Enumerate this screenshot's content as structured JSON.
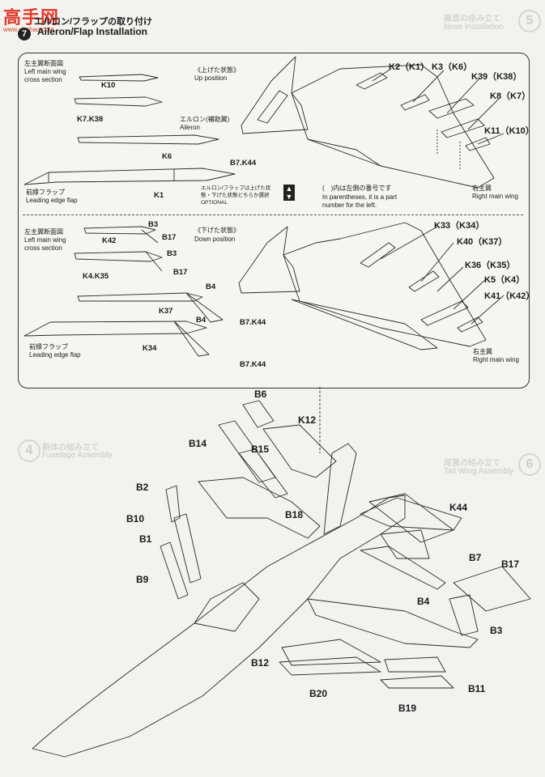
{
  "watermark": {
    "site_name": "高手网",
    "site_url": "www.chnhao.com"
  },
  "header": {
    "step_number": "7",
    "title_jp": "エルロン/フラップの取り付け",
    "title_en": "Aileron/Flap Installation"
  },
  "faded_background": {
    "step5_jp": "機首の組み立て",
    "step5_en": "Nose Installation",
    "step4_jp": "胴体の組み立て",
    "step4_en": "Fuselage Assembly",
    "step6_jp": "尾翼の組み立て",
    "step6_en": "Tail Wing Assembly"
  },
  "up_position": {
    "section_jp": "左主翼断面図",
    "section_en_line1": "Left main wing",
    "section_en_line2": "cross section",
    "state_jp": "《上げた状態》",
    "state_en": "Up position",
    "aileron_jp": "エルロン(補助翼)",
    "aileron_en": "Aileron",
    "flap_jp": "前縁フラップ",
    "flap_en": "Leading edge flap",
    "optional_jp_line1": "エルロン/フラップは上げた状",
    "optional_jp_line2": "態・下げた状態どちらか選択",
    "optional_en": "OPTIONAL",
    "paren_jp": "(　)内は左側の番号です",
    "paren_en_line1": "In parentheses, it is a part",
    "paren_en_line2": "number for the left.",
    "right_wing_jp": "右主翼",
    "right_wing_en": "Right main wing",
    "section_parts": [
      "K10",
      "K7.K38",
      "K6",
      "B7.K44",
      "K1"
    ],
    "callouts": [
      "K2（K1）",
      "K3（K6）",
      "K39（K38）",
      "K8（K7）",
      "K11（K10）"
    ]
  },
  "down_position": {
    "section_jp": "左主翼断面図",
    "section_en_line1": "Left main wing",
    "section_en_line2": "cross section",
    "state_jp": "《下げた状態》",
    "state_en": "Down position",
    "flap_jp": "前縁フラップ",
    "flap_en": "Leading edge flap",
    "right_wing_jp": "右主翼",
    "right_wing_en": "Right main wing",
    "section_parts": [
      "B3",
      "K42",
      "B17",
      "B3",
      "K4.K35",
      "B17",
      "B4",
      "K37",
      "B4",
      "B7.K44",
      "K34",
      "B7.K44"
    ],
    "callouts": [
      "K33（K34）",
      "K40（K37）",
      "K36（K35）",
      "K5（K4）",
      "K41（K42）"
    ]
  },
  "main_assembly": {
    "parts": [
      "B6",
      "K12",
      "B14",
      "B15",
      "B2",
      "B18",
      "B10",
      "B1",
      "B9",
      "K44",
      "B7",
      "B17",
      "B4",
      "B3",
      "B12",
      "B11",
      "B20",
      "B19"
    ]
  }
}
